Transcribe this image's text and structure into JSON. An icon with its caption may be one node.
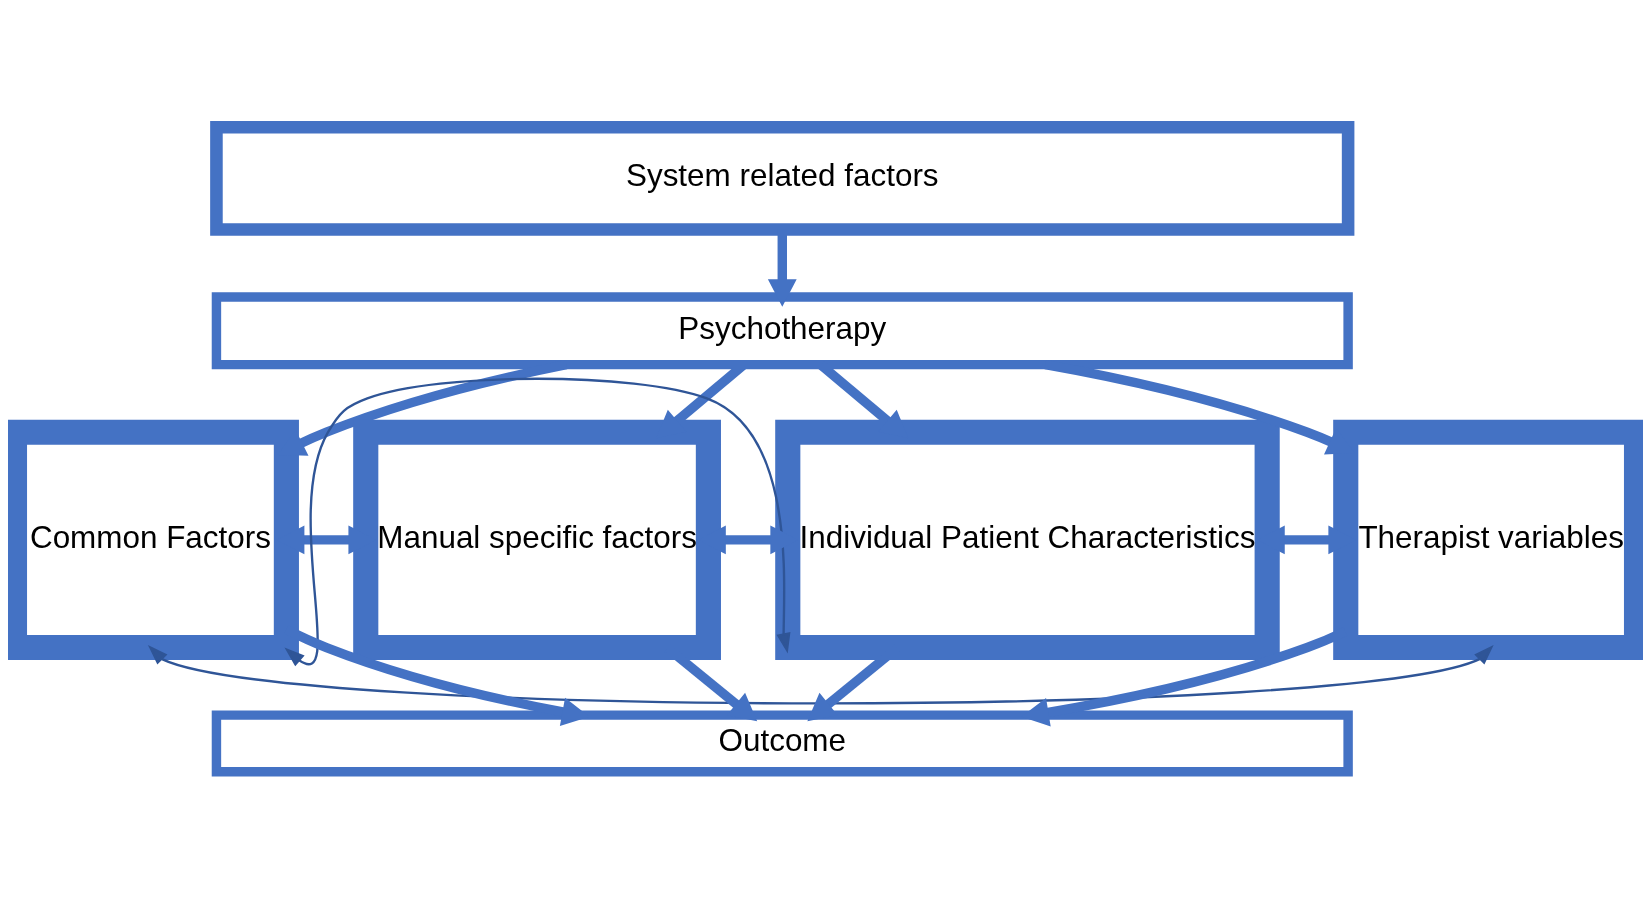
{
  "diagram": {
    "nodes": [
      {
        "text": [
          "System related factors"
        ]
      },
      {
        "text": [
          "Psychotherapy"
        ]
      },
      {
        "text": [
          "Common Factors"
        ]
      },
      {
        "text": [
          "Manual specific factors"
        ]
      },
      {
        "text": [
          "Individual Patient Characteristics"
        ]
      },
      {
        "text": [
          "Therapist variables"
        ]
      },
      {
        "text": [
          "Outcome"
        ]
      }
    ],
    "edges": [
      {
        "from": 0,
        "to": 1,
        "arrow": "to"
      },
      {
        "from": 1,
        "to": 2,
        "arrow": "to"
      },
      {
        "from": 1,
        "to": 3,
        "arrow": "to"
      },
      {
        "from": 1,
        "to": 4,
        "arrow": "to"
      },
      {
        "from": 1,
        "to": 5,
        "arrow": "to"
      },
      {
        "from": 2,
        "to": 3,
        "arrow": "both"
      },
      {
        "from": 3,
        "to": 4,
        "arrow": "both"
      },
      {
        "from": 4,
        "to": 5,
        "arrow": "both"
      },
      {
        "from": 2,
        "to": 5,
        "arrow": "both",
        "color": "#2f5597"
      },
      {
        "from": 2,
        "to": 4,
        "arrow": "both",
        "color": "#2f5597"
      },
      {
        "from": 2,
        "to": 6,
        "arrow": "to"
      },
      {
        "from": 3,
        "to": 6,
        "arrow": "to"
      },
      {
        "from": 4,
        "to": 6,
        "arrow": "to"
      },
      {
        "from": 5,
        "to": 6,
        "arrow": "to"
      }
    ]
  }
}
